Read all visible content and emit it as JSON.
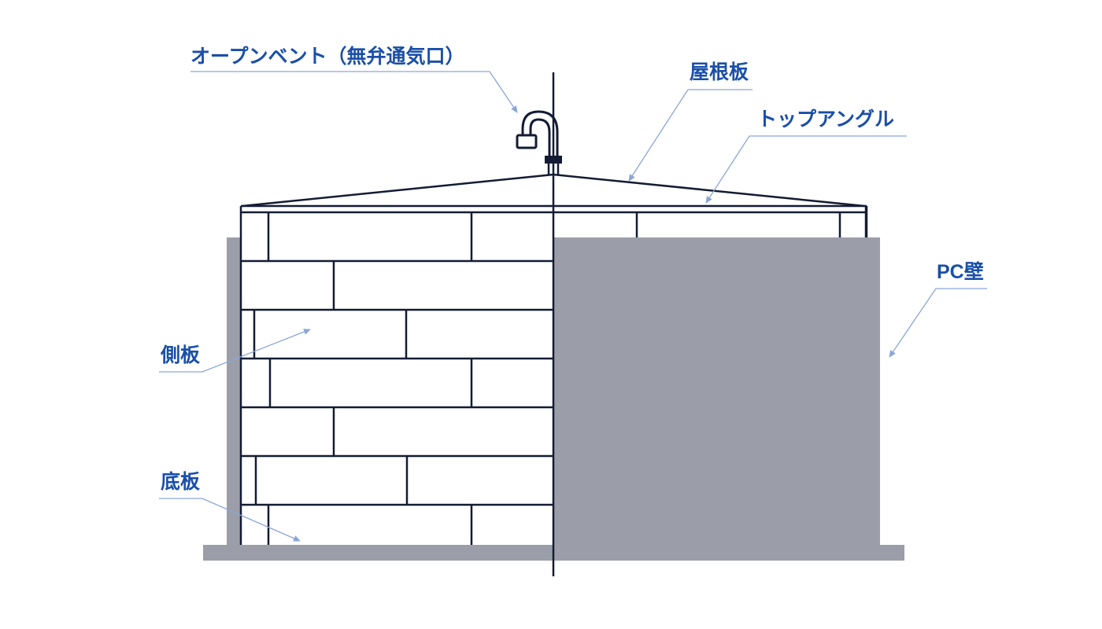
{
  "labels": {
    "open_vent": "オープンベント（無弁通気口）",
    "roof_panel": "屋根板",
    "top_angle": "トップアングル",
    "pc_wall": "PC壁",
    "side_panel": "側板",
    "bottom_plate": "底板"
  },
  "colors": {
    "label_text": "#1a4fa8",
    "leader_line": "#8aa6d6",
    "outline": "#141c33",
    "wall_fill": "#9b9ea8"
  }
}
